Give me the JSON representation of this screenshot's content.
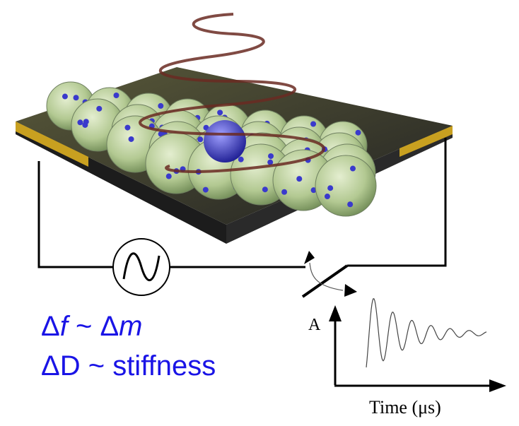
{
  "equations": {
    "line1": {
      "delta1": "Δ",
      "f": "f",
      "tilde": " ~ ",
      "delta2": "Δ",
      "m": "m"
    },
    "line2": "ΔD ~ stiffness"
  },
  "graph": {
    "y_label": "A",
    "x_label": "Time (μs)"
  },
  "colors": {
    "equation_text": "#1a14e6",
    "electrode": "#c8a020",
    "plate": "#3a3a2a",
    "sphere": "#b9cf9a",
    "particle": "#3a3acc",
    "coil": "#6a2a22"
  }
}
